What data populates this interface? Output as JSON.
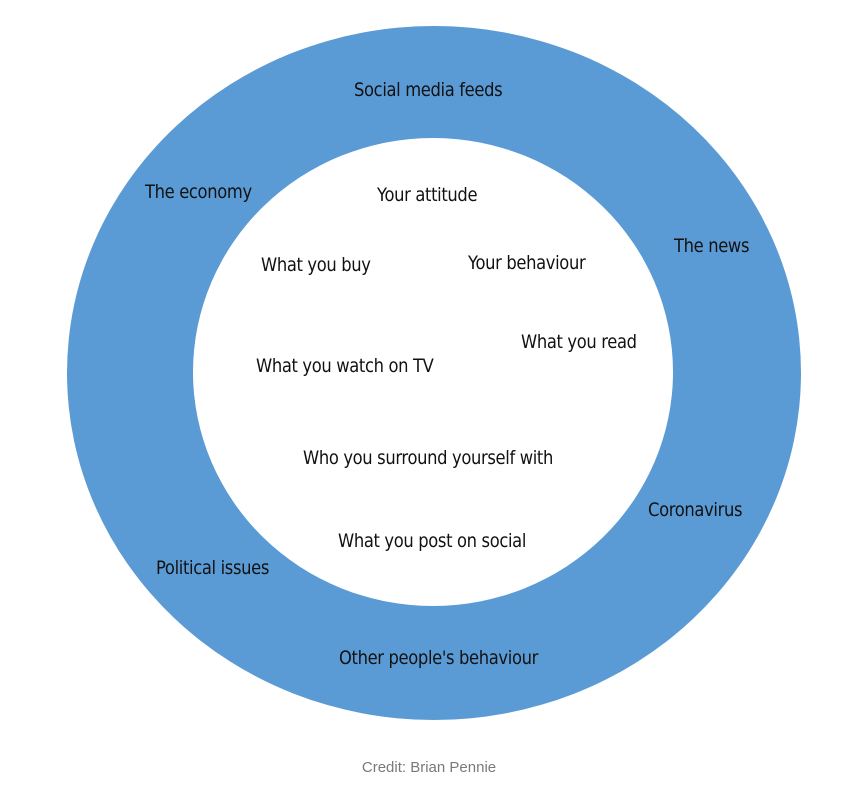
{
  "diagram": {
    "outer_labels": {
      "social_media": "Social media feeds",
      "economy": "The economy",
      "news": "The news",
      "coronavirus": "Coronavirus",
      "political": "Political issues",
      "other_people": "Other people's behaviour"
    },
    "inner_labels": {
      "attitude": "Your attitude",
      "buy": "What you buy",
      "behaviour": "Your behaviour",
      "read": "What you read",
      "watch": "What you watch on TV",
      "surround": "Who you surround yourself with",
      "post": "What you post on social"
    },
    "colors": {
      "outer_ring": "#5b9bd5",
      "inner_circle": "#ffffff"
    }
  },
  "credit": "Credit: Brian Pennie"
}
